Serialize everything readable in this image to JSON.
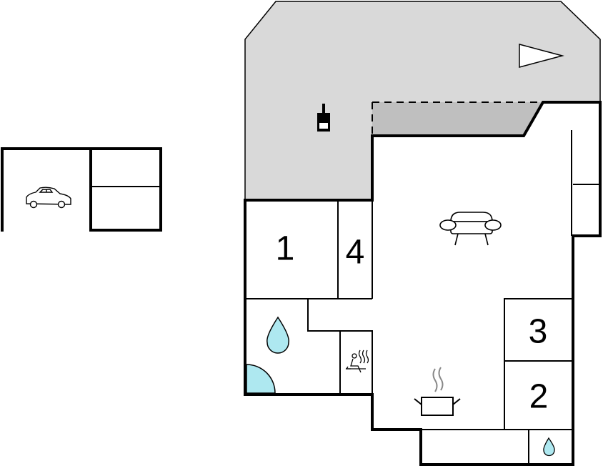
{
  "floorplan": {
    "rooms": [
      {
        "id": "room-1",
        "number": "1"
      },
      {
        "id": "room-2",
        "number": "2"
      },
      {
        "id": "room-3",
        "number": "3"
      },
      {
        "id": "room-4",
        "number": "4"
      }
    ],
    "icons": [
      "car-icon",
      "terrace-direction-arrow-icon",
      "grill-icon",
      "sofa-icon",
      "bathroom-water-drop-icon",
      "shower-icon",
      "sauna-icon",
      "kitchen-pot-icon",
      "toilet-water-drop-icon"
    ],
    "colors": {
      "terrace": "#d9d9d9",
      "covered_terrace": "#bfbfbf",
      "water": "#aee8f0",
      "walls": "#000000"
    }
  }
}
